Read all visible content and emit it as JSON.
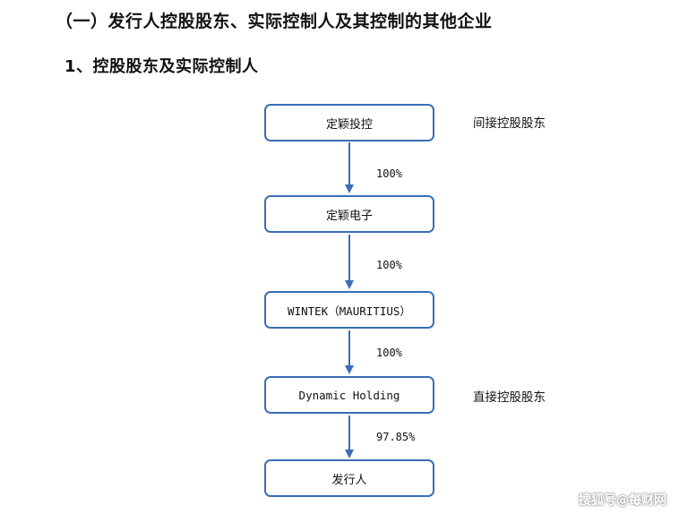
{
  "headings": {
    "section": "（一）发行人控股股东、实际控制人及其控制的其他企业",
    "subsection": "1、控股股东及实际控制人"
  },
  "nodes": [
    {
      "label": "定颖投控"
    },
    {
      "label": "定颖电子"
    },
    {
      "label": "WINTEK（MAURITIUS）"
    },
    {
      "label": "Dynamic Holding"
    },
    {
      "label": "发行人"
    }
  ],
  "edges": [
    {
      "label": "100%"
    },
    {
      "label": "100%"
    },
    {
      "label": "100%"
    },
    {
      "label": "97.85%"
    }
  ],
  "side_notes": {
    "indirect": "间接控股股东",
    "direct": "直接控股股东"
  },
  "watermark": "搜狐号@每财网",
  "colors": {
    "box_border": "#3a6db5",
    "arrow": "#3a6db5"
  }
}
